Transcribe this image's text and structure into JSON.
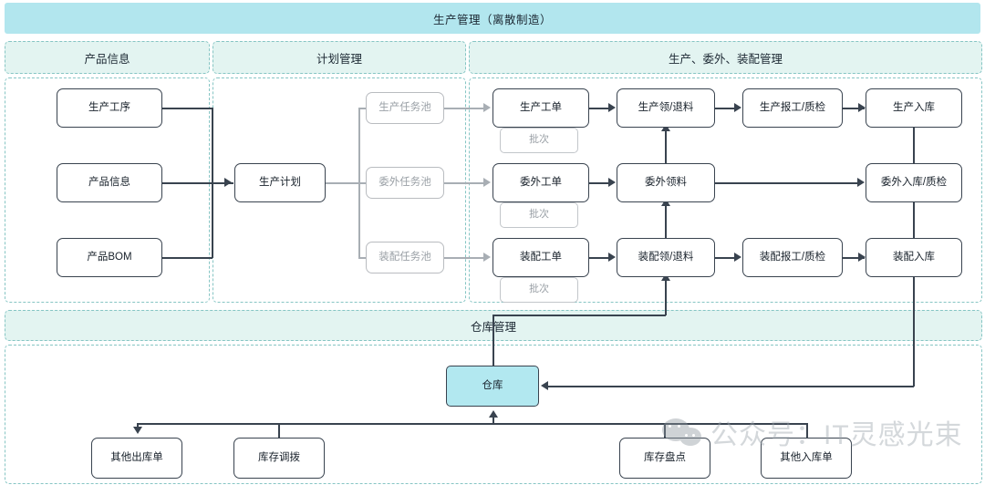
{
  "header": {
    "title": "生产管理（离散制造）"
  },
  "sections": [
    {
      "id": "product-info",
      "label": "产品信息"
    },
    {
      "id": "plan-mgmt",
      "label": "计划管理"
    },
    {
      "id": "production-mgmt",
      "label": "生产、委外、装配管理"
    },
    {
      "id": "warehouse-mgmt",
      "label": "仓库管理"
    }
  ],
  "nodes": {
    "product_process": "生产工序",
    "product_info": "产品信息",
    "product_bom": "产品BOM",
    "production_plan": "生产计划",
    "pool_production": "生产任务池",
    "pool_outsource": "委外任务池",
    "pool_assembly": "装配任务池",
    "batch": "批次",
    "wo_production": "生产工单",
    "wo_outsource": "委外工单",
    "wo_assembly": "装配工单",
    "mat_production": "生产领/退料",
    "mat_outsource": "委外领料",
    "mat_assembly": "装配领/退料",
    "report_production": "生产报工/质检",
    "report_assembly": "装配报工/质检",
    "in_production": "生产入库",
    "in_outsource": "委外入库/质检",
    "in_assembly": "装配入库",
    "warehouse": "仓库",
    "other_out": "其他出库单",
    "stock_transfer": "库存调拨",
    "stock_count": "库存盘点",
    "other_in": "其他入库单"
  },
  "watermark": {
    "text": "公众号：IT灵感光束",
    "icon": "wechat-logo"
  },
  "colors": {
    "band": "#b2e6ee",
    "section_fill": "#e3f4f1",
    "section_border": "#86c5c4",
    "node_border": "#39434f",
    "node_dim": "#b9bcc0",
    "warehouse_fill": "#b2e8f0"
  }
}
